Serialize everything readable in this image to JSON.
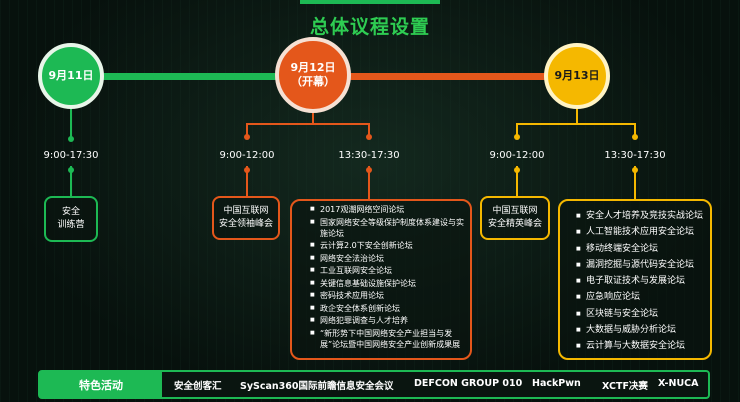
{
  "title": "总体议程设置",
  "colors": {
    "green": "#1db954",
    "orange": "#e4571b",
    "yellow": "#f5b800"
  },
  "days": [
    {
      "label": "9月11日",
      "sub": ""
    },
    {
      "label": "9月12日",
      "sub": "（开幕）"
    },
    {
      "label": "9月13日",
      "sub": ""
    }
  ],
  "sessions": [
    {
      "time": "9:00-17:30",
      "title": [
        "安全",
        "训练营"
      ]
    },
    {
      "time": "9:00-12:00",
      "title": [
        "中国互联网",
        "安全领袖峰会"
      ]
    },
    {
      "time": "13:30-17:30",
      "items": [
        "2017观潮网络空间论坛",
        "国家网络安全等级保护制度体系建设与实施论坛",
        "云计算2.0下安全创新论坛",
        "网络安全法治论坛",
        "工业互联网安全论坛",
        "关键信息基础设施保护论坛",
        "密码技术应用论坛",
        "政企安全体系创新论坛",
        "网络犯罪调查与人才培养",
        "“新形势下中国网络安全产业担当与发展”论坛暨中国网络安全产业创新成果展"
      ]
    },
    {
      "time": "9:00-12:00",
      "title": [
        "中国互联网",
        "安全精英峰会"
      ]
    },
    {
      "time": "13:30-17:30",
      "items": [
        "安全人才培养及竞技实战论坛",
        "人工智能技术应用安全论坛",
        "移动终端安全论坛",
        "漏洞挖掘与源代码安全论坛",
        "电子取证技术与发展论坛",
        "应急响应论坛",
        "区块链与安全论坛",
        "大数据与威胁分析论坛",
        "云计算与大数据安全论坛"
      ]
    }
  ],
  "special": {
    "label": "特色活动",
    "activities": [
      "安全创客汇",
      "SyScan360国际前瞻信息安全会议",
      "DEFCON GROUP 010",
      "HackPwn",
      "XCTF决赛",
      "X-NUCA"
    ]
  }
}
